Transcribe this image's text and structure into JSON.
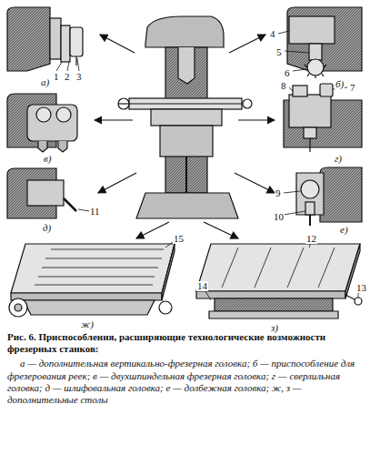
{
  "diagram": {
    "title": "Рис. 6. Приспособления, расширяющие технологические возможности фрезерных станков:",
    "caption": "а — дополнительная вертикально-фрезерная головка; б — приспособление для фрезерования реек; в — двухшпиндельная фрезерная головка; г — сверлильная головка; д — шлифовальная головка; е — долбежная головка; ж, з — дополнительные столы",
    "labels": [
      "1",
      "2",
      "3",
      "а)",
      "4",
      "5",
      "6",
      "б)",
      "в)",
      "7",
      "8",
      "г)",
      "д)",
      "11",
      "9",
      "10",
      "е)",
      "15",
      "ж)",
      "12",
      "13",
      "14",
      "з)"
    ]
  }
}
